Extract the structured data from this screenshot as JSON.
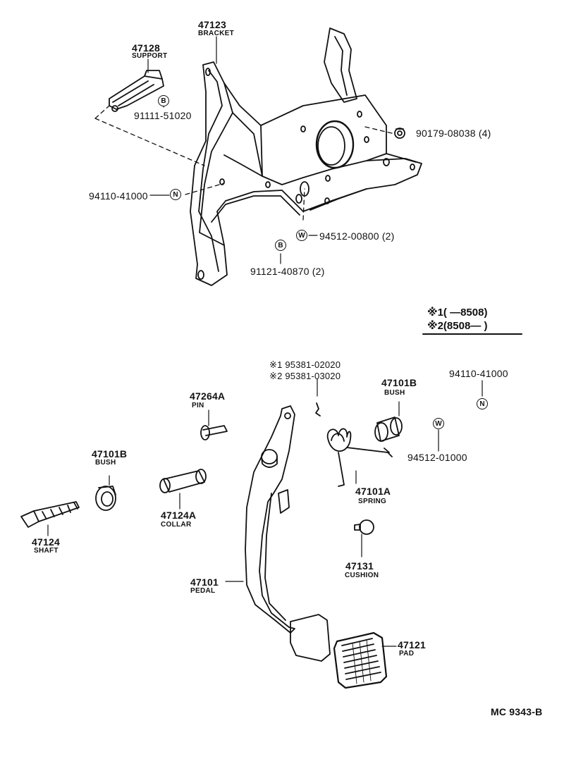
{
  "parts": {
    "bracket": {
      "number": "47123",
      "name": "BRACKET"
    },
    "support": {
      "number": "47128",
      "name": "SUPPORT"
    },
    "bolt_a": {
      "number": "91111-51020",
      "mark": "B"
    },
    "nut_a": {
      "number": "90179-08038 (4)"
    },
    "nut_b": {
      "number": "94110-41000",
      "mark": "N"
    },
    "washer_a": {
      "number": "94512-00800 (2)",
      "mark": "W"
    },
    "bolt_b": {
      "number": "91121-40870 (2)",
      "mark": "B"
    },
    "clip": {
      "line1": "※1 95381-02020",
      "line2": "※2 95381-03020"
    },
    "pin": {
      "number": "47264A",
      "name": "PIN"
    },
    "bush_right": {
      "number": "47101B",
      "name": "BUSH"
    },
    "nut_c": {
      "number": "94110-41000",
      "mark": "N"
    },
    "washer_b": {
      "number": "94512-01000",
      "mark": "W"
    },
    "bush_left": {
      "number": "47101B",
      "name": "BUSH"
    },
    "collar": {
      "number": "47124A",
      "name": "COLLAR"
    },
    "spring": {
      "number": "47101A",
      "name": "SPRING"
    },
    "shaft": {
      "number": "47124",
      "name": "SHAFT"
    },
    "cushion": {
      "number": "47131",
      "name": "CUSHION"
    },
    "pedal": {
      "number": "47101",
      "name": "PEDAL"
    },
    "pad": {
      "number": "47121",
      "name": "PAD"
    }
  },
  "legend": {
    "row1": "※1(    —8508)",
    "row2": "※2(8508—    )"
  },
  "figure_code": "MC 9343-B"
}
